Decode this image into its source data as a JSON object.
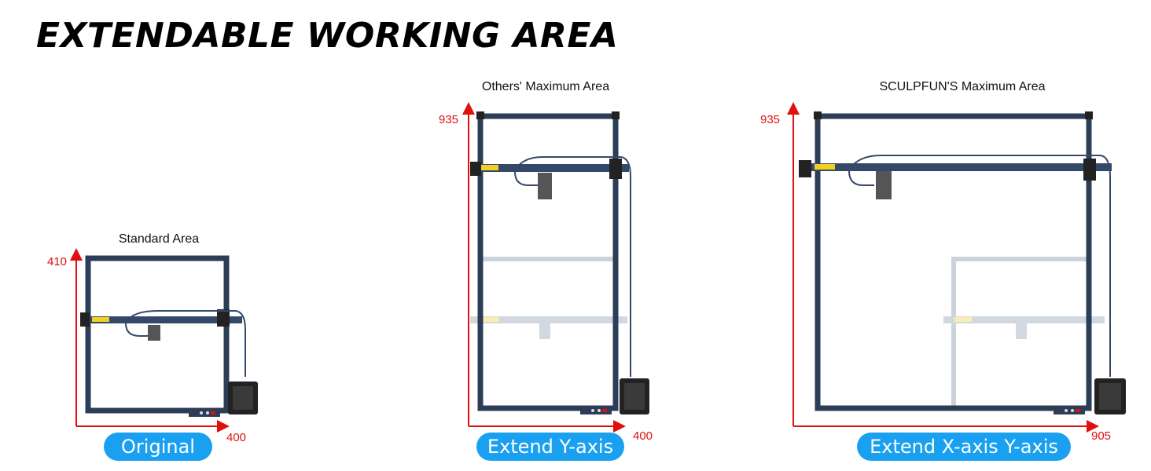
{
  "heading": "EXTENDABLE WORKING AREA",
  "colors": {
    "axis": "#e01010",
    "frame": "#2c3e57",
    "pill": "#1aa0f0",
    "label_tag": "#f0d020"
  },
  "panels": [
    {
      "title": "Standard Area",
      "y_max": "410",
      "x_max": "400",
      "pill": "Original"
    },
    {
      "title": "Others' Maximum Area",
      "y_max": "935",
      "x_max": "400",
      "pill": "Extend Y-axis"
    },
    {
      "title": "SCULPFUN'S Maximum Area",
      "y_max": "935",
      "x_max": "905",
      "pill": "Extend X-axis Y-axis"
    }
  ]
}
